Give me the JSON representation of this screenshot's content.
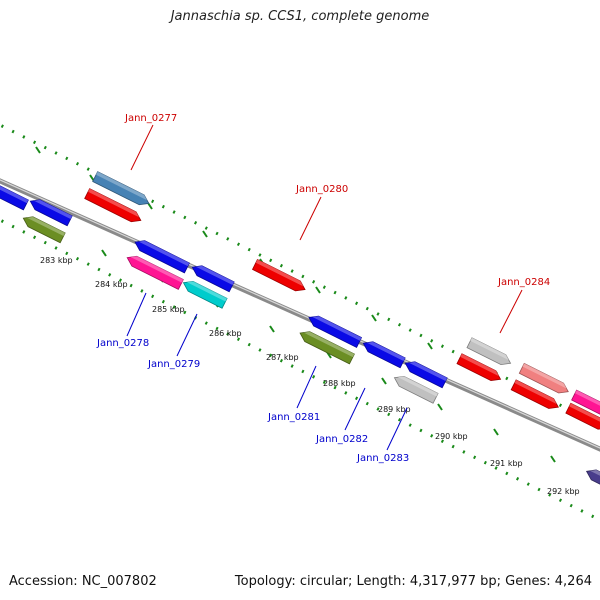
{
  "title": "Jannaschia sp. CCS1, complete genome",
  "footer": {
    "accession": "Accession: NC_007802",
    "topology": "Topology: circular; Length: 4,317,977 bp; Genes: 4,264"
  },
  "colors": {
    "backbone": "#8a8a8a",
    "ruler": "#1a8a1a",
    "label_forward": "#cc0000",
    "label_reverse": "#0000cc"
  },
  "ruler_ticks": [
    "283 kbp",
    "284 kbp",
    "285 kbp",
    "286 kbp",
    "287 kbp",
    "288 kbp",
    "289 kbp",
    "290 kbp",
    "291 kbp",
    "292 kbp"
  ],
  "gene_labels": [
    {
      "text": "Jann_0277",
      "strand": "forward"
    },
    {
      "text": "Jann_0278",
      "strand": "reverse"
    },
    {
      "text": "Jann_0279",
      "strand": "reverse"
    },
    {
      "text": "Jann_0280",
      "strand": "forward"
    },
    {
      "text": "Jann_0281",
      "strand": "reverse"
    },
    {
      "text": "Jann_0282",
      "strand": "reverse"
    },
    {
      "text": "Jann_0283",
      "strand": "reverse"
    },
    {
      "text": "Jann_0284",
      "strand": "forward"
    }
  ],
  "genes": [
    {
      "strand": "reverse",
      "color": "#0a0ae6"
    },
    {
      "strand": "reverse",
      "color": "#0a0ae6"
    },
    {
      "strand": "reverse",
      "color": "#6b8e23"
    },
    {
      "strand": "forward",
      "color": "#4682b4"
    },
    {
      "strand": "forward",
      "color": "#ee0000"
    },
    {
      "strand": "reverse",
      "color": "#0a0ae6"
    },
    {
      "strand": "reverse",
      "color": "#0a0ae6"
    },
    {
      "strand": "reverse",
      "color": "#ff1493"
    },
    {
      "strand": "reverse",
      "color": "#00cccc"
    },
    {
      "strand": "forward",
      "color": "#ee0000"
    },
    {
      "strand": "reverse",
      "color": "#0a0ae6"
    },
    {
      "strand": "reverse",
      "color": "#0a0ae6"
    },
    {
      "strand": "reverse",
      "color": "#0a0ae6"
    },
    {
      "strand": "reverse",
      "color": "#6b8e23"
    },
    {
      "strand": "reverse",
      "color": "#c0c0c0"
    },
    {
      "strand": "forward",
      "color": "#c0c0c0"
    },
    {
      "strand": "forward",
      "color": "#ee0000"
    },
    {
      "strand": "forward",
      "color": "#f08080"
    },
    {
      "strand": "forward",
      "color": "#ee0000"
    },
    {
      "strand": "forward",
      "color": "#ff1493"
    },
    {
      "strand": "forward",
      "color": "#ee0000"
    },
    {
      "strand": "reverse",
      "color": "#483d8b"
    }
  ]
}
